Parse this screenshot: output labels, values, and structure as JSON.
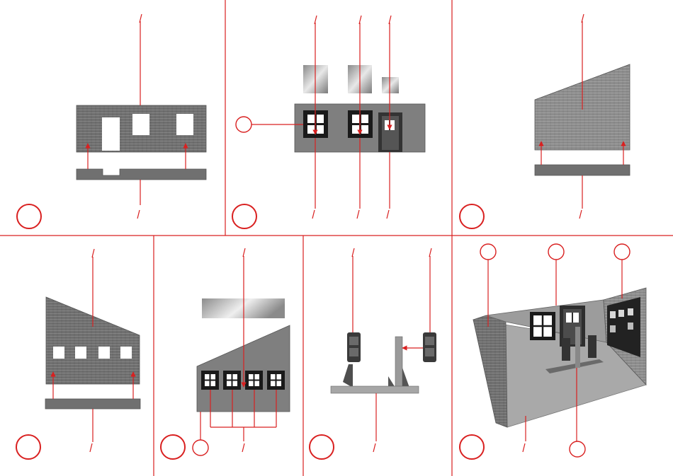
{
  "colors": {
    "accent": "#d92020",
    "wall_dark": "#6e6e6e",
    "wall_light": "#9a9a9a",
    "floor": "#aaaaaa",
    "window_frame": "#1a1a1a"
  },
  "panels": [
    {
      "id": "step-1",
      "icon": "red-step-circle"
    },
    {
      "id": "step-2",
      "icon": "red-step-circle"
    },
    {
      "id": "step-3",
      "icon": "red-step-circle"
    },
    {
      "id": "step-4",
      "icon": "red-step-circle"
    },
    {
      "id": "step-5",
      "icon": "red-step-circle"
    },
    {
      "id": "step-6",
      "icon": "red-step-circle"
    },
    {
      "id": "step-7",
      "icon": "red-step-circle"
    }
  ]
}
